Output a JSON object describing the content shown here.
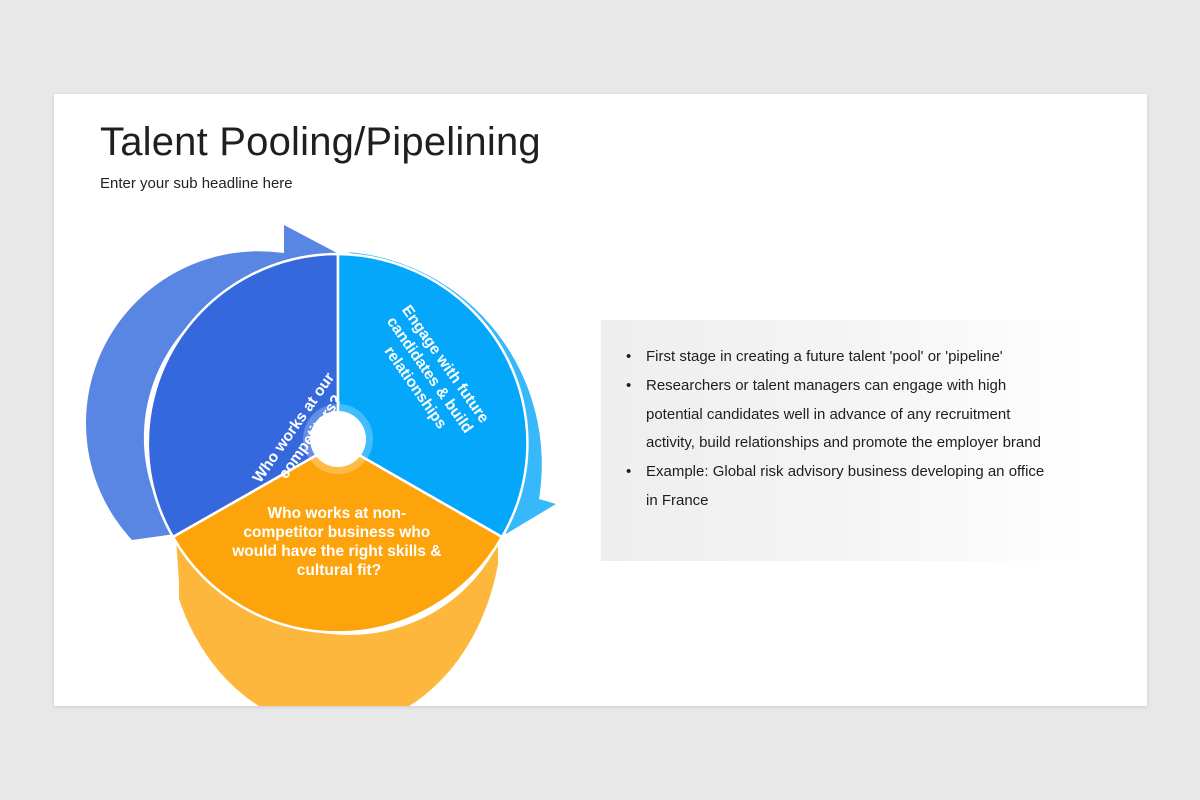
{
  "slide": {
    "title": "Talent Pooling/Pipelining",
    "subtitle": "Enter your sub headline here"
  },
  "cycle": {
    "segments": [
      {
        "label_lines": [
          "Who works at our",
          "competitors?"
        ],
        "color": "#3568DD",
        "arrow_color": "#5A86E3"
      },
      {
        "label_lines": [
          "Engage with future",
          "candidates & build",
          "relationships"
        ],
        "color": "#05A7FB",
        "arrow_color": "#36B8FB"
      },
      {
        "label_lines": [
          "Who works at non-",
          "competitor business who",
          "would have the right skills &",
          "cultural fit?"
        ],
        "color": "#FDA40D",
        "arrow_color": "#FDB73C"
      }
    ]
  },
  "bullets": [
    "First stage in creating a future talent 'pool' or 'pipeline'",
    "Researchers or talent managers can engage with high potential candidates well in advance of any recruitment activity, build relationships and promote the employer brand",
    "Example: Global risk advisory business developing an office in France"
  ]
}
